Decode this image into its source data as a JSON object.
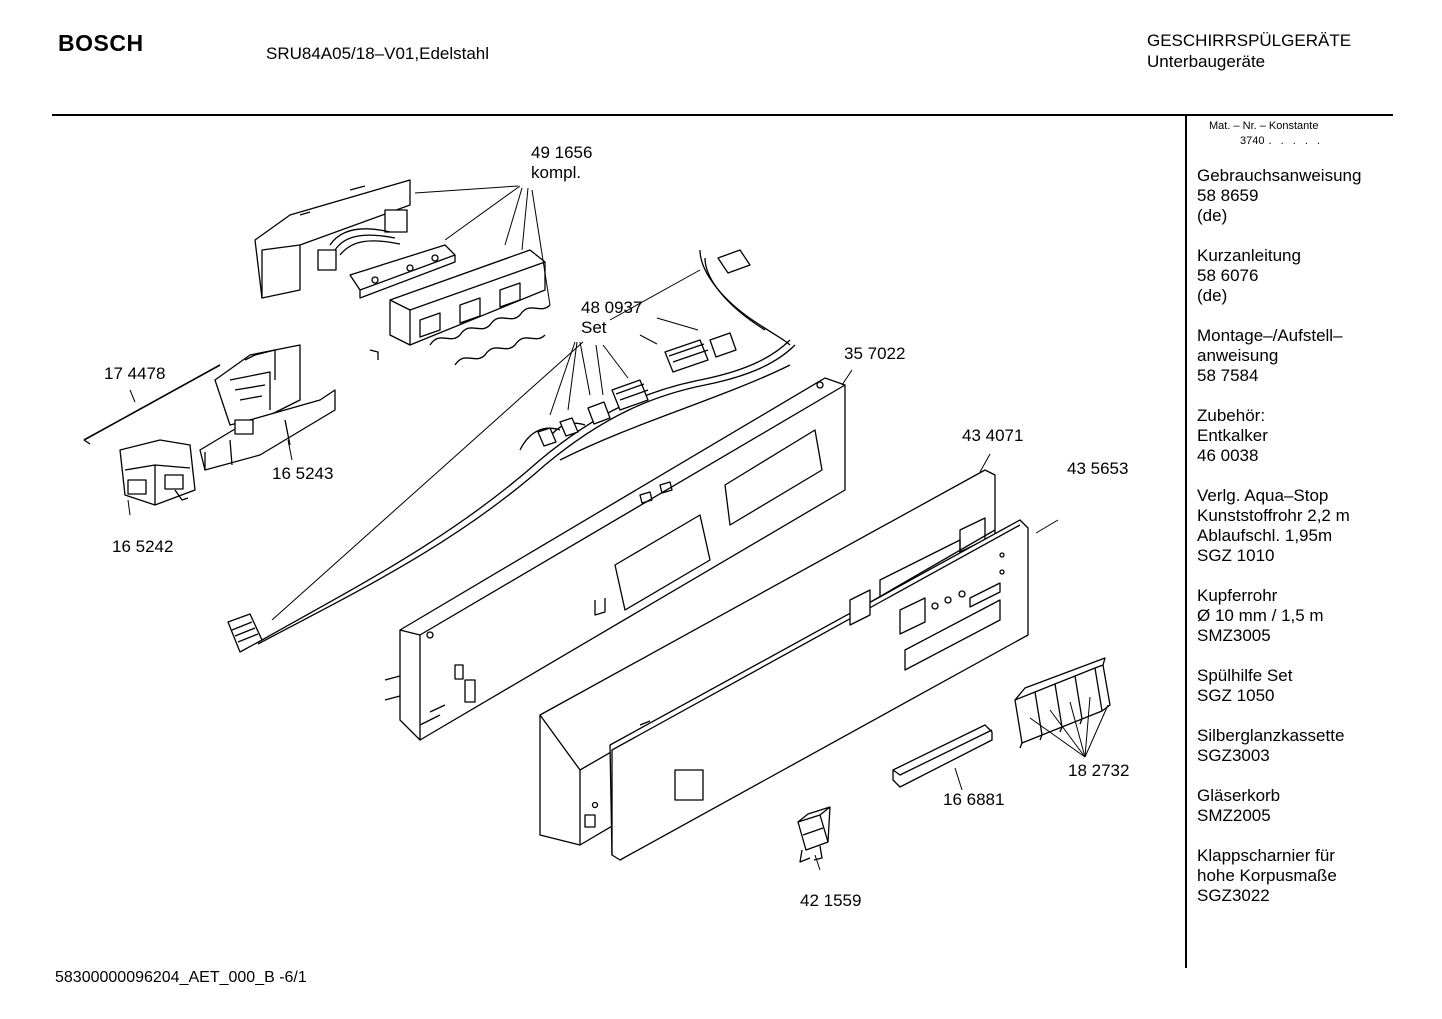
{
  "header": {
    "brand": "BOSCH",
    "model": "SRU84A05/18–V01,Edelstahl",
    "category_line1": "GESCHIRRSPÜLGERÄTE",
    "category_line2": "Unterbaugeräte"
  },
  "footer": {
    "doc_id": "58300000096204_AET_000_B -6/1"
  },
  "sidebar": {
    "matnr_label": "Mat. – Nr. – Konstante",
    "matnr_value": "3740",
    "matnr_dots": ". . . . .",
    "blocks": [
      {
        "lines": [
          "Gebrauchsanweisung",
          "58 8659",
          "(de)"
        ]
      },
      {
        "lines": [
          "Kurzanleitung",
          "58 6076",
          "(de)"
        ]
      },
      {
        "lines": [
          "Montage–/Aufstell–",
          "anweisung",
          "58 7584"
        ]
      },
      {
        "lines": [
          "Zubehör:",
          "Entkalker",
          "46 0038"
        ]
      },
      {
        "lines": [
          "Verlg. Aqua–Stop",
          "Kunststoffrohr 2,2 m",
          "Ablaufschl. 1,95m",
          "SGZ 1010"
        ]
      },
      {
        "lines": [
          "Kupferrohr",
          "Ø 10 mm / 1,5 m",
          "SMZ3005"
        ]
      },
      {
        "lines": [
          "Spülhilfe Set",
          "SGZ 1050"
        ]
      },
      {
        "lines": [
          "Silberglanzkassette",
          "SGZ3003"
        ]
      },
      {
        "lines": [
          "Gläserkorb",
          "SMZ2005"
        ]
      },
      {
        "lines": [
          "Klappscharnier für",
          "hohe Korpusmaße",
          "SGZ3022"
        ]
      }
    ]
  },
  "parts": {
    "p491656": {
      "number": "49 1656",
      "note": "kompl."
    },
    "p480937": {
      "number": "48 0937",
      "note": "Set"
    },
    "p174478": {
      "number": "17 4478"
    },
    "p165243": {
      "number": "16 5243"
    },
    "p165242": {
      "number": "16 5242"
    },
    "p357022": {
      "number": "35 7022"
    },
    "p434071": {
      "number": "43 4071"
    },
    "p435653": {
      "number": "43 5653"
    },
    "p182732": {
      "number": "18 2732"
    },
    "p166881": {
      "number": "16 6881"
    },
    "p421559": {
      "number": "42 1559"
    }
  }
}
